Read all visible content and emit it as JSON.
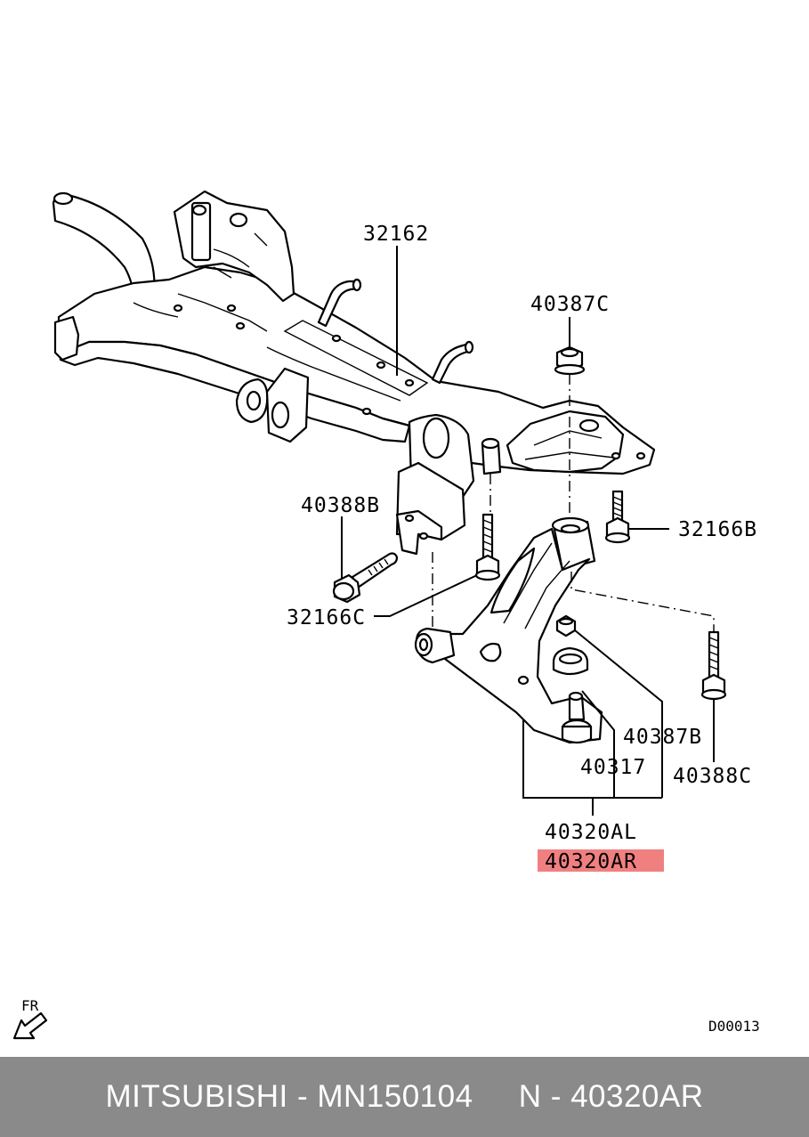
{
  "diagram": {
    "labels": {
      "subframe": "32162",
      "nut_top": "40387C",
      "bolt_left": "40388B",
      "bolt_right": "32166B",
      "bolt_lower": "32166C",
      "nut_lower": "40387B",
      "ball_joint": "40317",
      "bolt_far_right": "40388C",
      "arm_left": "40320AL",
      "arm_right": "40320AR"
    },
    "front_marker": "FR",
    "drawing_code": "D00013",
    "highlight_color": "#f08080"
  },
  "footer": {
    "text": "MITSUBISHI - MN150104     N - 40320AR",
    "background": "#8a8a8a"
  }
}
